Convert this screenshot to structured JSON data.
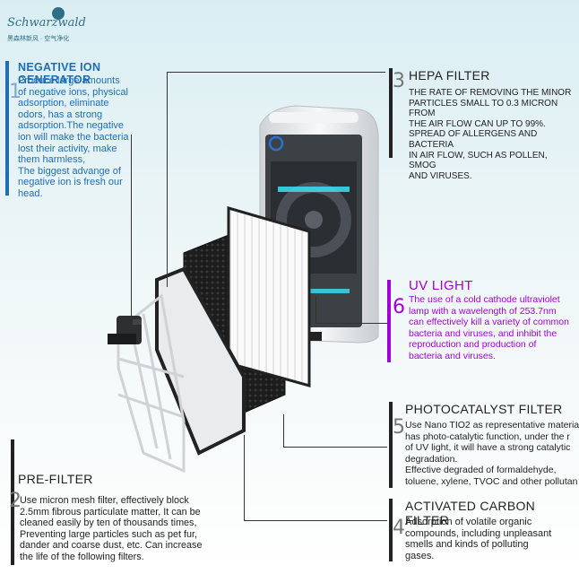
{
  "brand": {
    "name": "Schwarzwald",
    "tagline": "黑森林新风 · 空气净化"
  },
  "sections": {
    "negative_ion": {
      "number": "1",
      "title": "NEGATIVE ION GENERATOR",
      "lines": [
        "Produce large amounts",
        "of negative ions, physical",
        "adsorption, eliminate",
        "odors, has a strong",
        "adsorption.The negative",
        "ion will make the bacteria",
        "lost their activity, make",
        "them harmless,",
        "The biggest advange of",
        "negative ion is fresh our",
        "head."
      ]
    },
    "pre_filter": {
      "number": "2",
      "title": "PRE-FILTER",
      "lines": [
        "Use micron mesh filter, effectively block",
        "2.5mm fibrous particulate matter, It can be",
        "cleaned easily by ten of thousands times,",
        "Preventing large particles such as pet fur,",
        "dander and coarse dust, etc. Can increase",
        "the life of the following filters."
      ]
    },
    "hepa": {
      "number": "3",
      "title": "HEPA FILTER",
      "lines": [
        "THE RATE OF REMOVING THE MINOR",
        "PARTICLES SMALL TO 0.3 MICRON FROM",
        "THE AIR FLOW CAN UP TO 99%.",
        "SPREAD OF ALLERGENS AND BACTERIA",
        "IN AIR FLOW, SUCH AS POLLEN, SMOG",
        "AND VIRUSES."
      ]
    },
    "activated_carbon": {
      "number": "4",
      "title": "ACTIVATED CARBON FILTER",
      "lines": [
        "Adsorption of volatile organic",
        "compounds, including unpleasant",
        "smells and kinds of polluting",
        "gases."
      ]
    },
    "photocatalyst": {
      "number": "5",
      "title": "PHOTOCATALYST FILTER",
      "lines": [
        "Use Nano TIO2 as representative materia",
        "has photo-catalytic function, under the r",
        "of UV light, it will have a strong catalytic",
        "degradation.",
        "Effective degraded of formaldehyde,",
        "toluene, xylene, TVOC and other pollutan"
      ]
    },
    "uv_light": {
      "number": "6",
      "title": "UV LIGHT",
      "lines": [
        "The use of a cold cathode ultraviolet",
        "lamp with a wavelength of 253.7nm",
        "can effectively kill a variety of common",
        "bacteria and viruses, and inhibit the",
        "reproduction and production of",
        "bacteria and viruses."
      ]
    }
  },
  "colors": {
    "negative_ion": "#1f6db5",
    "uv_light": "#a100d9",
    "text": "#222222",
    "accent_glow": "#3fe0f0"
  }
}
